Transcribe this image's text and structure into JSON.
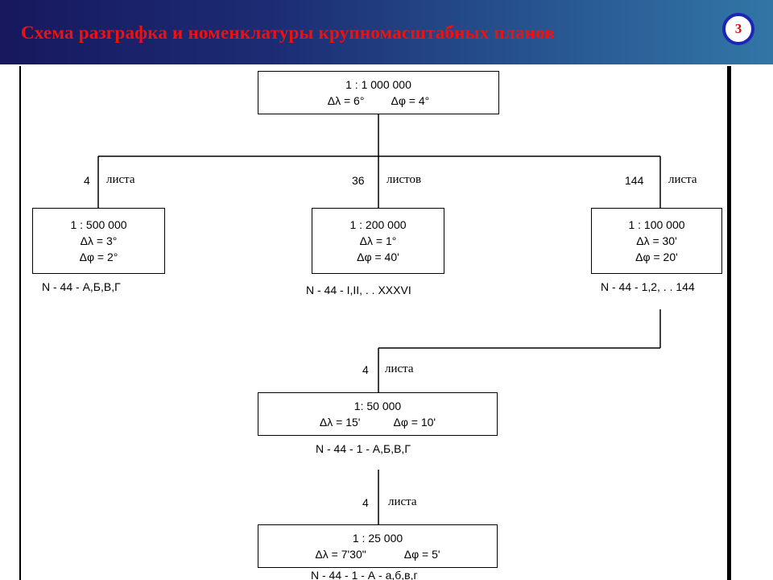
{
  "header": {
    "title": "Схема разграфка и номенклатуры крупномасштабных планов",
    "page_number": "3"
  },
  "nodes": [
    {
      "id": "m1000000",
      "scale": "1 : 1 000 000",
      "dlambda": "Δλ = 6°",
      "dphi": "Δφ = 4°"
    },
    {
      "id": "m500000",
      "scale": "1 : 500 000",
      "dlambda": "Δλ = 3°",
      "dphi": "Δφ = 2°",
      "sheets_count": "4",
      "sheets_word": "листа",
      "nomenclature": "N - 44 - А,Б,В,Г"
    },
    {
      "id": "m200000",
      "scale": "1 : 200 000",
      "dlambda": "Δλ = 1°",
      "dphi": "Δφ = 40'",
      "sheets_count": "36",
      "sheets_word": "листов",
      "nomenclature": "N - 44 - I,II, . . XXXVI"
    },
    {
      "id": "m100000",
      "scale": "1 : 100 000",
      "dlambda": "Δλ = 30'",
      "dphi": "Δφ = 20'",
      "sheets_count": "144",
      "sheets_word": "листа",
      "nomenclature": "N - 44 - 1,2, . . 144"
    },
    {
      "id": "m50000",
      "scale": "1: 50 000",
      "dlambda": "Δλ = 15'",
      "dphi": "Δφ = 10'",
      "sheets_count": "4",
      "sheets_word": "листа",
      "nomenclature": "N - 44 - 1 - А,Б,В,Г"
    },
    {
      "id": "m25000",
      "scale": "1 : 25 000",
      "dlambda": "Δλ = 7'30\"",
      "dphi": "Δφ = 5'",
      "sheets_count": "4",
      "sheets_word": "листа",
      "nomenclature": "N - 44 - 1 - А - а,б,в,г"
    }
  ]
}
